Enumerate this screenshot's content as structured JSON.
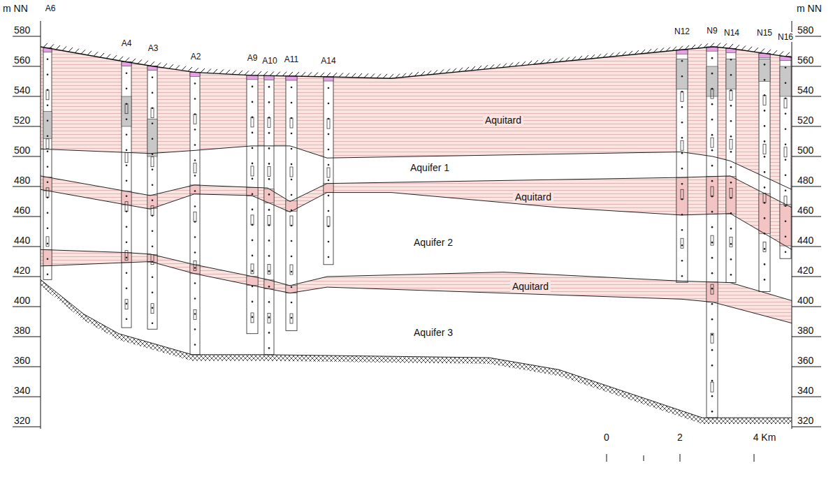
{
  "diagram": {
    "labels": [
      "m NN",
      "m NN",
      "580",
      "560",
      "540",
      "520",
      "500",
      "480",
      "460",
      "440",
      "420",
      "400",
      "380",
      "360",
      "340",
      "320",
      "580",
      "560",
      "540",
      "520",
      "500",
      "480",
      "460",
      "440",
      "420",
      "400",
      "380",
      "360",
      "340",
      "320",
      "A6",
      "A4",
      "A3",
      "A2",
      "A9",
      "A10",
      "A11",
      "A14",
      "N12",
      "N9",
      "N14",
      "N15",
      "N16",
      "Aquitard",
      "Aquifer 1",
      "Aquitard",
      "Aquifer 2",
      "Aquitard",
      "Aquifer 3",
      "0",
      "2",
      "4 Km"
    ]
  }
}
